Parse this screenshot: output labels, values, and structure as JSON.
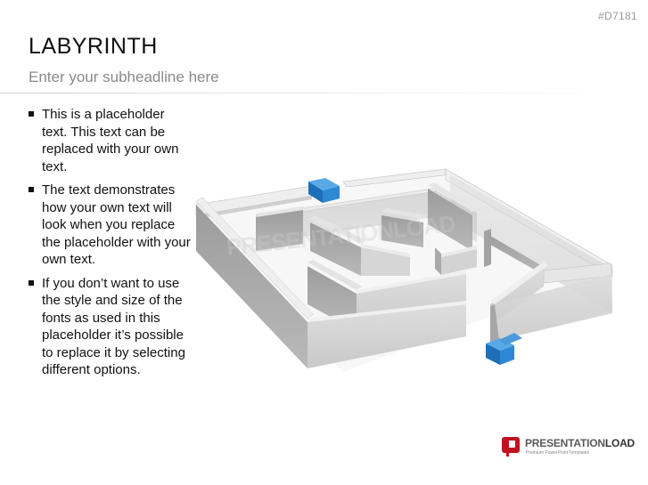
{
  "slide": {
    "id": "#D7181",
    "title": "LABYRINTH",
    "subtitle": "Enter your subheadline here"
  },
  "bullets": [
    "This is a placeholder text. This text can be replaced with your own text.",
    "The text demonstrates how your own text will look when you replace the placeholder with your own text.",
    "If you don’t want to use the style and size of the fonts as used in this placeholder it’s possible to replace it by selecting different options."
  ],
  "illustration": {
    "subject": "maze",
    "wall_color": "#c8c8c8",
    "marker_color": "#1f7fd1",
    "watermark": "PRESENTATIONLOAD"
  },
  "logo": {
    "name_part1": "PRESENTATION",
    "name_part2": "LOAD",
    "tagline": "Premium PowerPoint Templates",
    "mark_color": "#c1121f"
  }
}
